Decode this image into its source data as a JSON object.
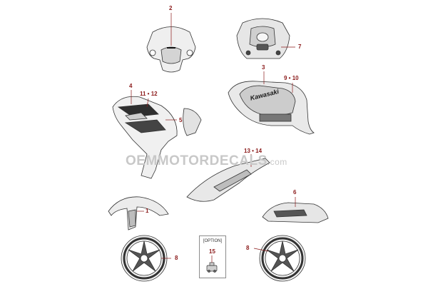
{
  "callouts": {
    "c2": "2",
    "c7": "7",
    "c3": "3",
    "c9_10": "9 • 10",
    "c4": "4",
    "c11_12": "11 • 12",
    "c5": "5",
    "c13_14": "13 • 14",
    "c6": "6",
    "c1": "1",
    "c8_left": "8",
    "c8_right": "8",
    "c15": "15"
  },
  "option_label": "[OPTION]",
  "watermark": {
    "main": "OEMMOTORDECALS",
    "suffix": ".com"
  },
  "tank_logo": "Kawasaki",
  "colors": {
    "callout": "#8b1a1a",
    "line": "#333333",
    "part_fill": "#d9d9d9",
    "dark": "#2a2a2a"
  }
}
